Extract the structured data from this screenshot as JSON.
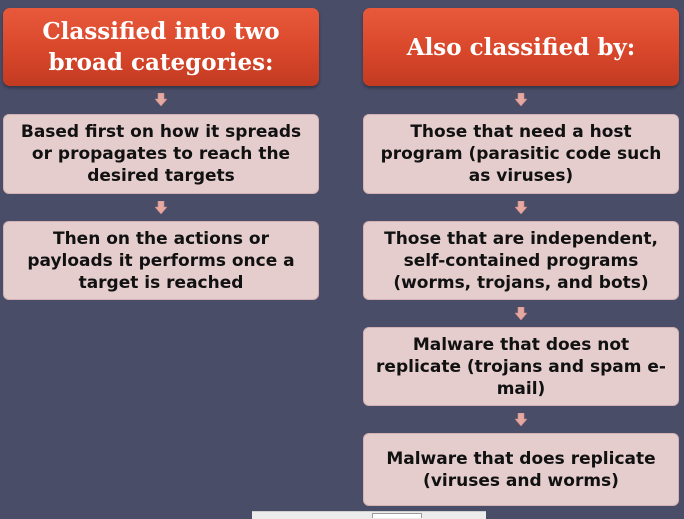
{
  "left_column": {
    "header": "Classified into two broad categories:",
    "items": [
      "Based first on how it spreads or propagates to reach the desired targets",
      "Then on the actions or payloads it performs once a target is reached"
    ]
  },
  "right_column": {
    "header": "Also classified by:",
    "items": [
      "Those that need a host program (parasitic code such as viruses)",
      "Those that are independent, self-contained programs (worms, trojans, and bots)",
      "Malware that does not replicate (trojans and spam e-mail)",
      "Malware that does replicate (viruses and worms)"
    ]
  },
  "colors": {
    "background": "#4a4d68",
    "header_fill": "#d9472b",
    "box_fill": "#e5cdcd",
    "arrow_fill": "#e6a9a2"
  }
}
